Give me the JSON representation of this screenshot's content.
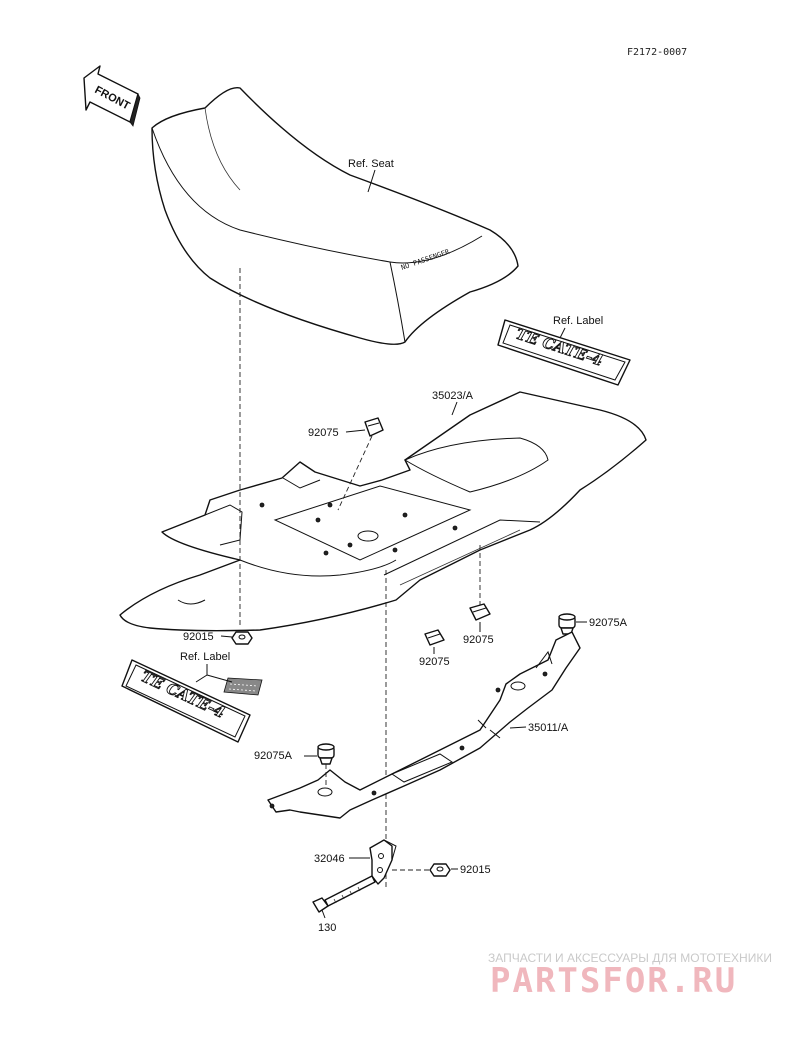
{
  "figure_id": "F2172-0007",
  "front_marker": "FRONT",
  "seat_print": "NO PASSENGER",
  "decal_text": "TE CATE-4",
  "callouts": {
    "ref_seat": "Ref. Seat",
    "ref_label_upper": "Ref. Label",
    "ref_label_lower": "Ref. Label",
    "p_35023A": "35023/A",
    "p_92075_top": "92075",
    "p_92015_left": "92015",
    "p_92075_mid_right": "92075",
    "p_92075_mid": "92075",
    "p_92075A_right": "92075A",
    "p_35011A": "35011/A",
    "p_92075A_left": "92075A",
    "p_32046": "32046",
    "p_92015_bottom": "92015",
    "p_130": "130"
  },
  "watermark": {
    "subtitle": "ЗАПЧАСТИ И АКСЕССУАРЫ ДЛЯ МОТОТЕХНИКИ",
    "brand": "PARTSFOR.RU"
  }
}
